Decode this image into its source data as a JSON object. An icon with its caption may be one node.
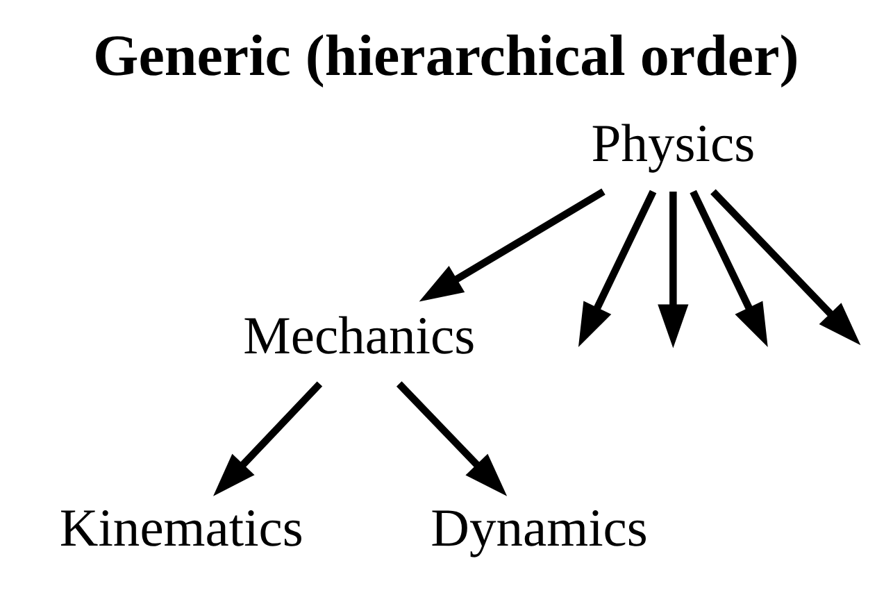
{
  "diagram": {
    "title": "Generic (hierarchical order)",
    "nodes": [
      {
        "text": [
          "Physics"
        ]
      },
      {
        "text": [
          "Mechanics"
        ]
      },
      {
        "text": [
          "Kinematics"
        ]
      },
      {
        "text": [
          "Dynamics"
        ]
      }
    ],
    "edges": [
      {
        "from": 0,
        "to": null,
        "arrow": "to"
      },
      {
        "from": 0,
        "to": 1,
        "arrow": "to"
      },
      {
        "from": 0,
        "to": null,
        "arrow": "to"
      },
      {
        "from": 0,
        "to": null,
        "arrow": "to"
      },
      {
        "from": 0,
        "to": null,
        "arrow": "to"
      },
      {
        "from": 1,
        "to": 2,
        "arrow": "to"
      },
      {
        "from": 1,
        "to": 3,
        "arrow": "to"
      }
    ]
  }
}
